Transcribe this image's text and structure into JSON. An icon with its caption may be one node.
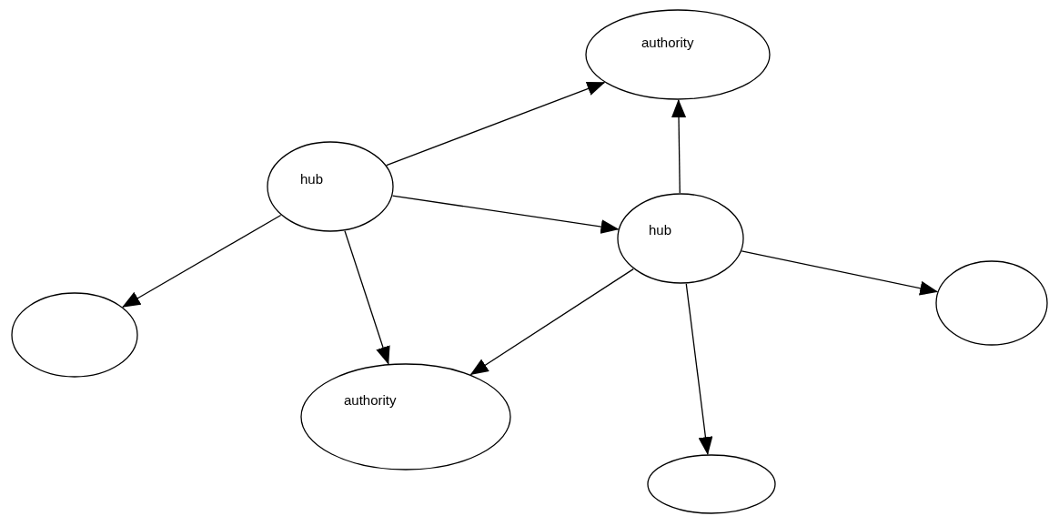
{
  "diagram": {
    "nodes": [
      {
        "text": [
          "authority"
        ]
      },
      {
        "text": [
          "hub"
        ]
      },
      {
        "text": [
          "hub"
        ]
      },
      {
        "text": [],
        "shape": "circle"
      },
      {
        "text": [],
        "shape": "circle"
      },
      {
        "text": [
          "authority"
        ]
      },
      {
        "text": [],
        "shape": "circle"
      }
    ],
    "edges": [
      {
        "from": 1,
        "to": 0,
        "arrow": "to"
      },
      {
        "from": 1,
        "to": 2,
        "arrow": "to"
      },
      {
        "from": 1,
        "to": 4,
        "arrow": "to"
      },
      {
        "from": 1,
        "to": 5,
        "arrow": "to"
      },
      {
        "from": 2,
        "to": 0,
        "arrow": "to"
      },
      {
        "from": 2,
        "to": 3,
        "arrow": "to"
      },
      {
        "from": 2,
        "to": 5,
        "arrow": "to"
      },
      {
        "from": 2,
        "to": 6,
        "arrow": "to"
      }
    ]
  }
}
